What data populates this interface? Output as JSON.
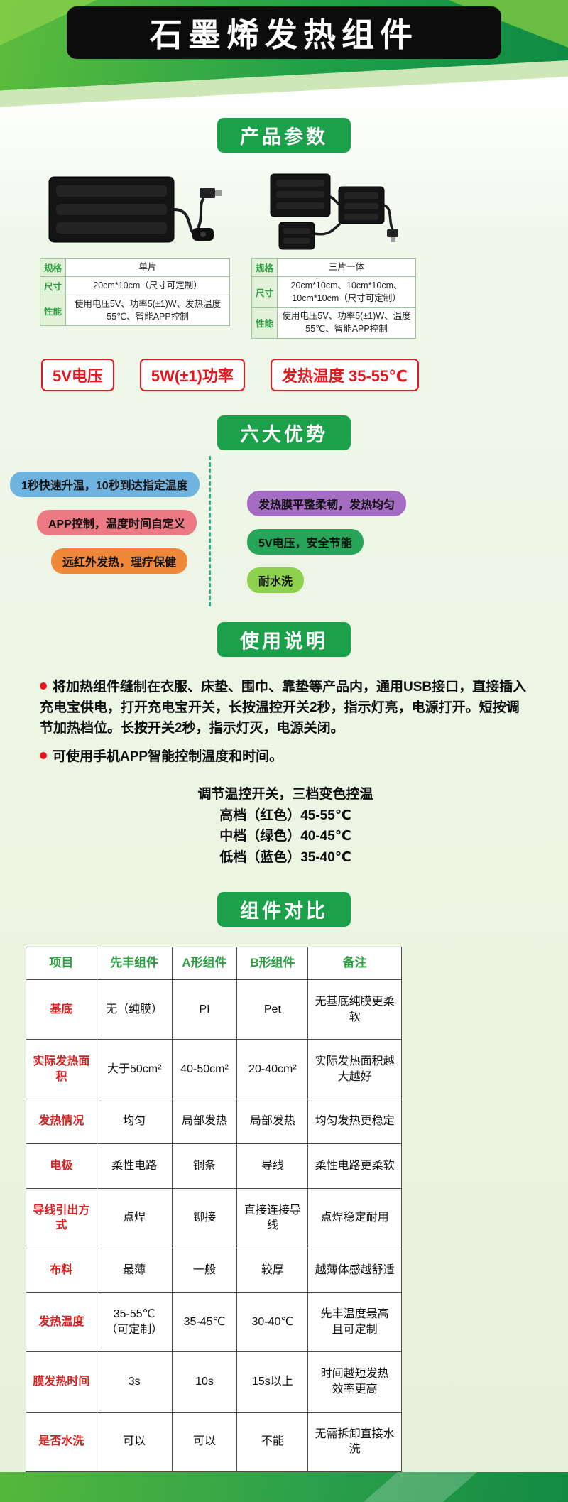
{
  "page": {
    "title": "石墨烯发热组件"
  },
  "colors": {
    "section_button_green": "#1ba149",
    "badge_red": "#e8151c",
    "table_header_green": "#2f9e44",
    "table_label_red": "#d42221",
    "timeline_dash_teal": "#35ad8c",
    "pill_blue": "#6fb3e0",
    "pill_purple": "#a56cc4",
    "pill_pink": "#ec7a85",
    "pill_green": "#27a558",
    "pill_orange": "#f0883a",
    "pill_light_green": "#8ed14d"
  },
  "product_params": {
    "header": "产品参数",
    "products": [
      {
        "image": "single-heating-pad",
        "rows": [
          {
            "label": "规格",
            "value": "单片"
          },
          {
            "label": "尺寸",
            "value": "20cm*10cm（尺寸可定制）"
          },
          {
            "label": "性能",
            "value": "使用电压5V、功率5(±1)W、发热温度55℃、智能APP控制"
          }
        ]
      },
      {
        "image": "three-piece-heating-pad",
        "rows": [
          {
            "label": "规格",
            "value": "三片一体"
          },
          {
            "label": "尺寸",
            "value": "20cm*10cm、10cm*10cm、10cm*10cm（尺寸可定制）"
          },
          {
            "label": "性能",
            "value": "使用电压5V、功率5(±1)W、温度55℃、智能APP控制"
          }
        ]
      }
    ],
    "badges": [
      "5V电压",
      "5W(±1)功率",
      "发热温度 35-55℃"
    ]
  },
  "advantages": {
    "header": "六大优势",
    "items": [
      {
        "text": "1秒快速升温，10秒到达指定温度",
        "color": "#6fb3e0",
        "side": "left"
      },
      {
        "text": "发热膜平整柔韧，发热均匀",
        "color": "#a56cc4",
        "side": "right"
      },
      {
        "text": "APP控制，温度时间自定义",
        "color": "#ec7a85",
        "side": "left"
      },
      {
        "text": "5V电压，安全节能",
        "color": "#27a558",
        "side": "right"
      },
      {
        "text": "远红外发热，理疗保健",
        "color": "#f0883a",
        "side": "left"
      },
      {
        "text": "耐水洗",
        "color": "#8ed14d",
        "side": "right"
      }
    ]
  },
  "usage": {
    "header": "使用说明",
    "bullets": [
      "将加热组件缝制在衣服、床垫、围巾、靠垫等产品内，通用USB接口，直接插入充电宝供电，打开充电宝开关，长按温控开关2秒，指示灯亮，电源打开。短按调节加热档位。长按开关2秒，指示灯灭，电源关闭。",
      "可使用手机APP智能控制温度和时间。"
    ],
    "temp_control": {
      "title": "调节温控开关，三档变色控温",
      "levels": [
        "高档（红色）45-55℃",
        "中档（绿色）40-45℃",
        "低档（蓝色）35-40℃"
      ]
    }
  },
  "comparison": {
    "header": "组件对比",
    "columns": [
      "项目",
      "先丰组件",
      "A形组件",
      "B形组件",
      "备注"
    ],
    "rows": [
      {
        "label": "基底",
        "cells": [
          "无（纯膜）",
          "PI",
          "Pet",
          "无基底纯膜更柔软"
        ]
      },
      {
        "label": "实际发热面积",
        "cells": [
          "大于50cm²",
          "40-50cm²",
          "20-40cm²",
          "实际发热面积越大越好"
        ]
      },
      {
        "label": "发热情况",
        "cells": [
          "均匀",
          "局部发热",
          "局部发热",
          "均匀发热更稳定"
        ]
      },
      {
        "label": "电极",
        "cells": [
          "柔性电路",
          "铜条",
          "导线",
          "柔性电路更柔软"
        ]
      },
      {
        "label": "导线引出方式",
        "cells": [
          "点焊",
          "铆接",
          "直接连接导线",
          "点焊稳定耐用"
        ]
      },
      {
        "label": "布料",
        "cells": [
          "最薄",
          "一般",
          "较厚",
          "越薄体感越舒适"
        ]
      },
      {
        "label": "发热温度",
        "cells": [
          "35-55℃\n（可定制）",
          "35-45℃",
          "30-40℃",
          "先丰温度最高\n且可定制"
        ]
      },
      {
        "label": "膜发热时间",
        "cells": [
          "3s",
          "10s",
          "15s以上",
          "时间越短发热\n效率更高"
        ]
      },
      {
        "label": "是否水洗",
        "cells": [
          "可以",
          "可以",
          "不能",
          "无需拆卸直接水洗"
        ]
      }
    ]
  }
}
